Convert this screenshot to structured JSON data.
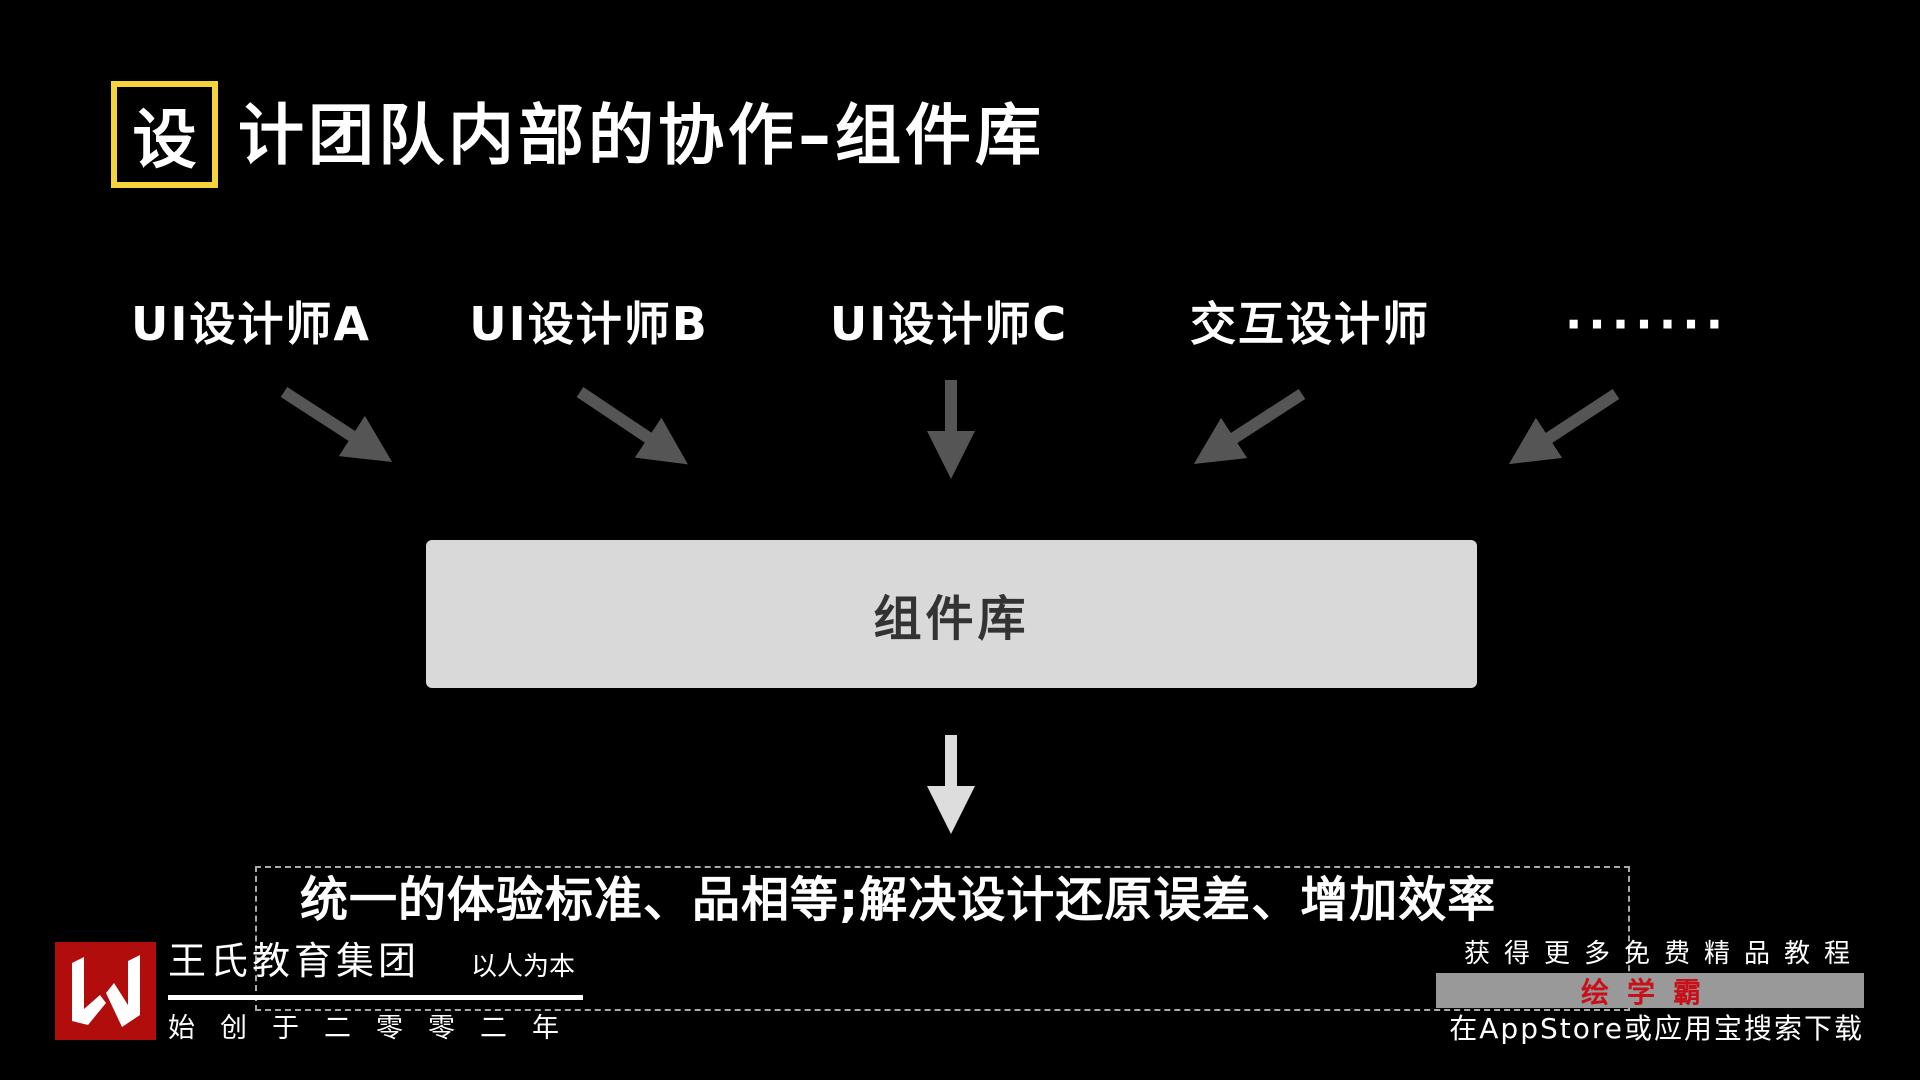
{
  "title": {
    "boxed_char": "设",
    "rest": "计团队内部的协作–组件库"
  },
  "roles": [
    "UI设计师A",
    "UI设计师B",
    "UI设计师C",
    "交互设计师",
    "·······"
  ],
  "library_label": "组件库",
  "result_text": "统一的体验标准、品相等;解决设计还原误差、增加效率",
  "colors": {
    "accent": "#f5d33a",
    "arrow": "#555555",
    "box": "#d9d9d9",
    "brand_red": "#b10d0d"
  },
  "watermark_left": {
    "name": "王氏教育集团",
    "slogan": "以人为本",
    "since": "始创于二零零二年",
    "logo": "W"
  },
  "watermark_right": {
    "top": "获得更多免费精品教程",
    "brand": "绘学霸",
    "bottom": "在AppStore或应用宝搜索下载"
  }
}
